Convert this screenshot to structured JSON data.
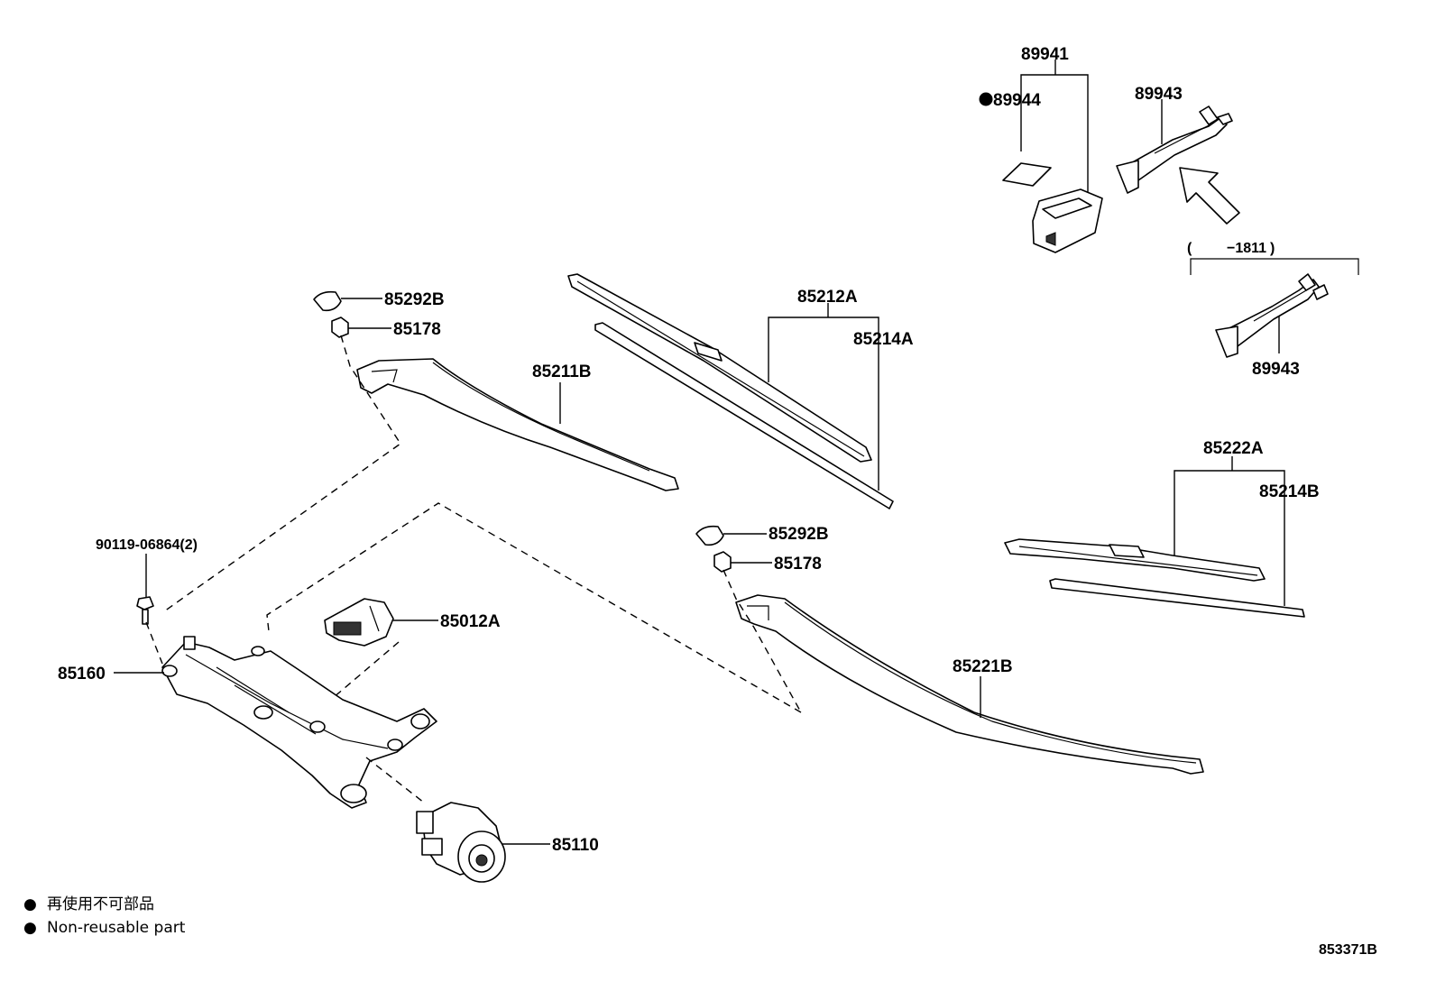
{
  "diagram_code": "853371B",
  "legend": {
    "bullet": "●",
    "jp": "再使用不可部品",
    "en": "Non-reusable part"
  },
  "parts": {
    "p89941": "89941",
    "p89944": "89944",
    "p89943_top": "89943",
    "p89943_bottom": "89943",
    "bracket_range": "−1811",
    "p85292B_left": "85292B",
    "p85178_left": "85178",
    "p85211B": "85211B",
    "p85212A": "85212A",
    "p85214A": "85214A",
    "p85292B_right": "85292B",
    "p85178_right": "85178",
    "p85222A": "85222A",
    "p85214B": "85214B",
    "p85221B": "85221B",
    "p90119": "90119-06864(2)",
    "p85012A": "85012A",
    "p85160": "85160",
    "p85110": "85110"
  }
}
